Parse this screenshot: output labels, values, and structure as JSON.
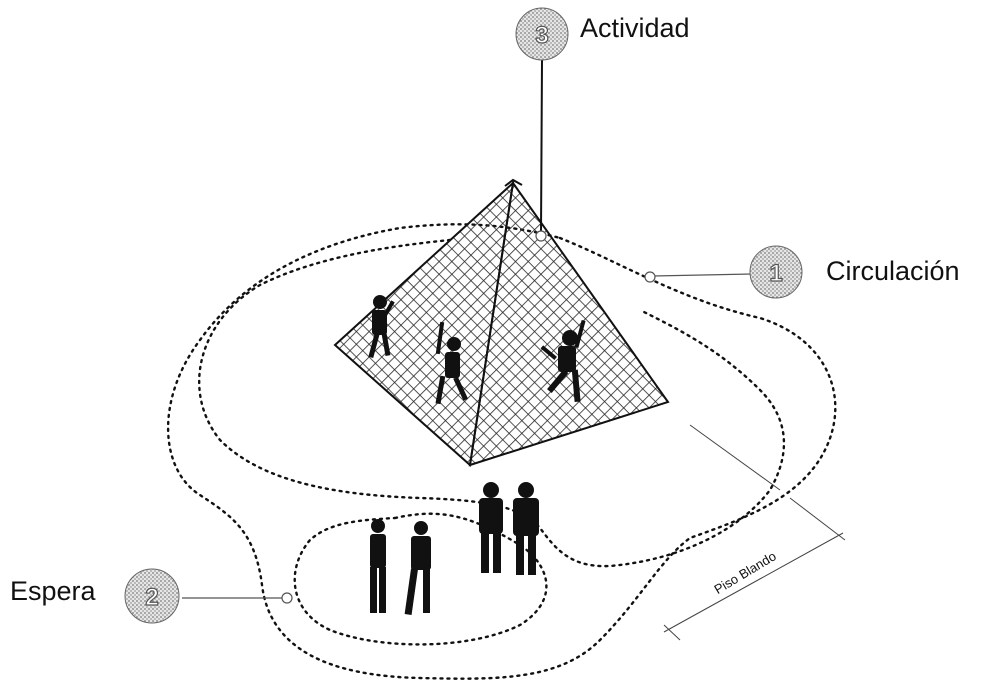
{
  "labels": {
    "actividad": "Actividad",
    "circulacion": "Circulación",
    "espera": "Espera",
    "piso_blando": "Piso Blando"
  },
  "badges": {
    "actividad": "3",
    "circulacion": "1",
    "espera": "2"
  },
  "colors": {
    "ink": "#111111",
    "badge_fill": "#d9d9d9",
    "hatch": "#2a2a2a"
  }
}
